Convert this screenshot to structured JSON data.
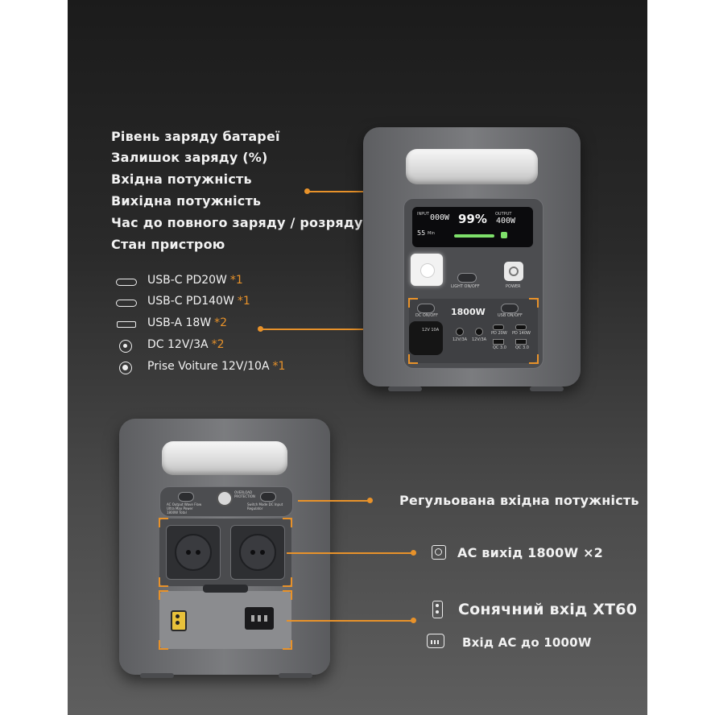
{
  "features": [
    "Рівень заряду батареї",
    "Залишок заряду (%)",
    "Вхідна потужність",
    "Вихідна потужність",
    "Час до повного заряду / розряду",
    "Стан пристрою"
  ],
  "ports": [
    {
      "icon": "usb-c-icon",
      "label": "USB-C PD20W",
      "note": "*1"
    },
    {
      "icon": "usb-c-icon",
      "label": "USB-C PD140W",
      "note": "*1"
    },
    {
      "icon": "usb-a-icon",
      "label": "USB-A 18W",
      "note": "*2"
    },
    {
      "icon": "dc-port-icon",
      "label": "DC 12V/3A",
      "note": "*2"
    },
    {
      "icon": "car-socket-icon",
      "label": "Prise Voiture 12V/10A",
      "note": "*1"
    }
  ],
  "front_device": {
    "screen": {
      "input_label": "INPUT",
      "input_value": "000W",
      "percent": "99%",
      "output_label": "OUTPUT",
      "output_value": "400W",
      "time_value": "55",
      "time_unit": "Min"
    },
    "light_button_label": "LIGHT ON/OFF",
    "power_button_label": "POWER",
    "dc_button_label": "DC ON/OFF",
    "usb_button_label": "USB ON/OFF",
    "capacity_label": "1800W",
    "car_socket_label": "12V 10A",
    "dc_port_1_label": "12V/3A",
    "dc_port_2_label": "12V/3A",
    "usbc_1_label": "PD 20W",
    "usbc_2_label": "PD 140W",
    "usba_1_label": "QC 3.0",
    "usba_2_label": "QC 3.0"
  },
  "back_device": {
    "ac_output_switch_label": "AC Output Wave Flow Ultra Max Power 1800W Total",
    "overload_label": "OVERLOAD PROTECTION",
    "input_switch_label": "Switch Mode DC Input Regulator"
  },
  "callouts": {
    "adjustable_input": "Регульована вхідна потужність",
    "ac_output": "AC вихід 1800W ×2",
    "solar_input": "Сонячний вхід XT60",
    "ac_input": "Вхід AC до 1000W"
  },
  "colors": {
    "accent": "#e8922a",
    "text": "#f2f2f2",
    "screen_green": "#7ee06a",
    "screen_white": "#f5f5f5"
  }
}
